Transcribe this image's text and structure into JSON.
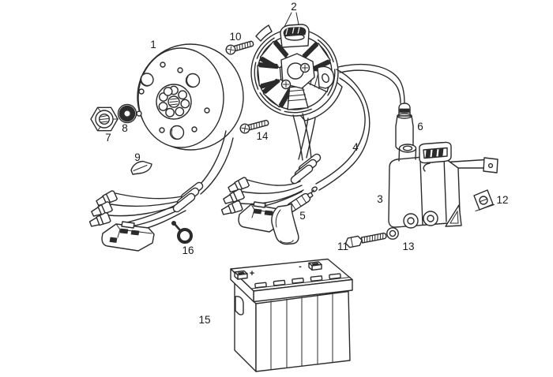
{
  "diagram": {
    "background": "#ffffff",
    "line_color": "#2b2b2b",
    "label_color": "#1a1a1a",
    "callouts": {
      "c1": "1",
      "c2": "2",
      "c3": "3",
      "c4": "4",
      "c5": "5",
      "c6": "6",
      "c7": "7",
      "c8": "8",
      "c9": "9",
      "c10": "10",
      "c11": "11",
      "c12": "12",
      "c13": "13",
      "c14": "14",
      "c15": "15",
      "c16": "16"
    },
    "battery_marks": {
      "positive": "+",
      "negative": "-"
    }
  }
}
